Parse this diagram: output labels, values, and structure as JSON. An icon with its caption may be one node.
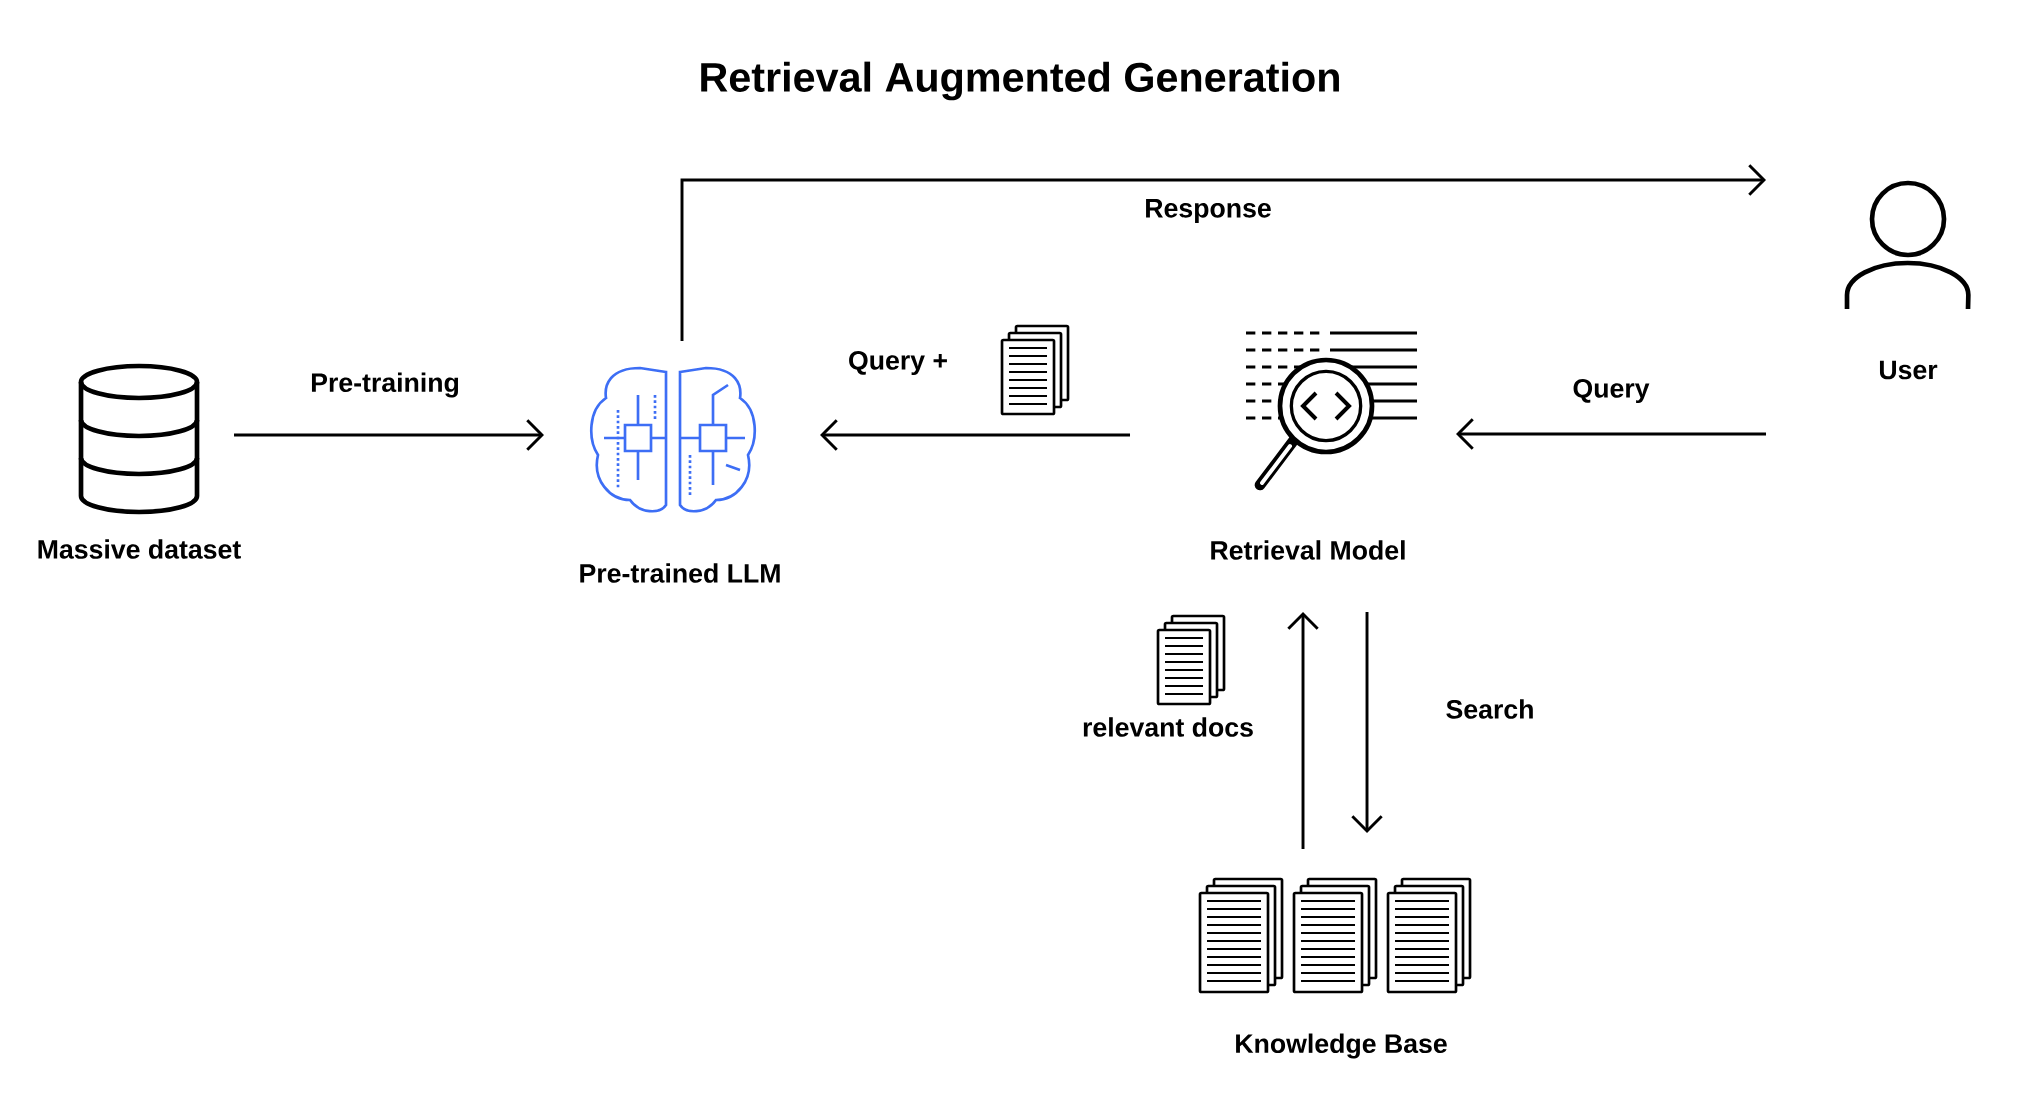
{
  "diagram": {
    "title": "Retrieval Augmented Generation",
    "nodes": [
      {
        "text": [
          "Massive dataset"
        ]
      },
      {
        "text": [
          "Pre-trained LLM"
        ]
      },
      {
        "text": [
          "Retrieval Model"
        ]
      },
      {
        "text": [
          "User"
        ]
      },
      {
        "text": [
          "Knowledge Base"
        ]
      }
    ],
    "edges": [
      {
        "from": 0,
        "to": 1,
        "arrow": "to",
        "label": "Pre-training"
      },
      {
        "from": 1,
        "to": 3,
        "arrow": "to",
        "label": "Response"
      },
      {
        "from": 2,
        "to": 1,
        "arrow": "to",
        "label": "Query +"
      },
      {
        "from": 3,
        "to": 2,
        "arrow": "to",
        "label": "Query"
      },
      {
        "from": 4,
        "to": 2,
        "arrow": "to",
        "label": "relevant docs"
      },
      {
        "from": 2,
        "to": 4,
        "arrow": "to",
        "label": "Search"
      }
    ]
  }
}
